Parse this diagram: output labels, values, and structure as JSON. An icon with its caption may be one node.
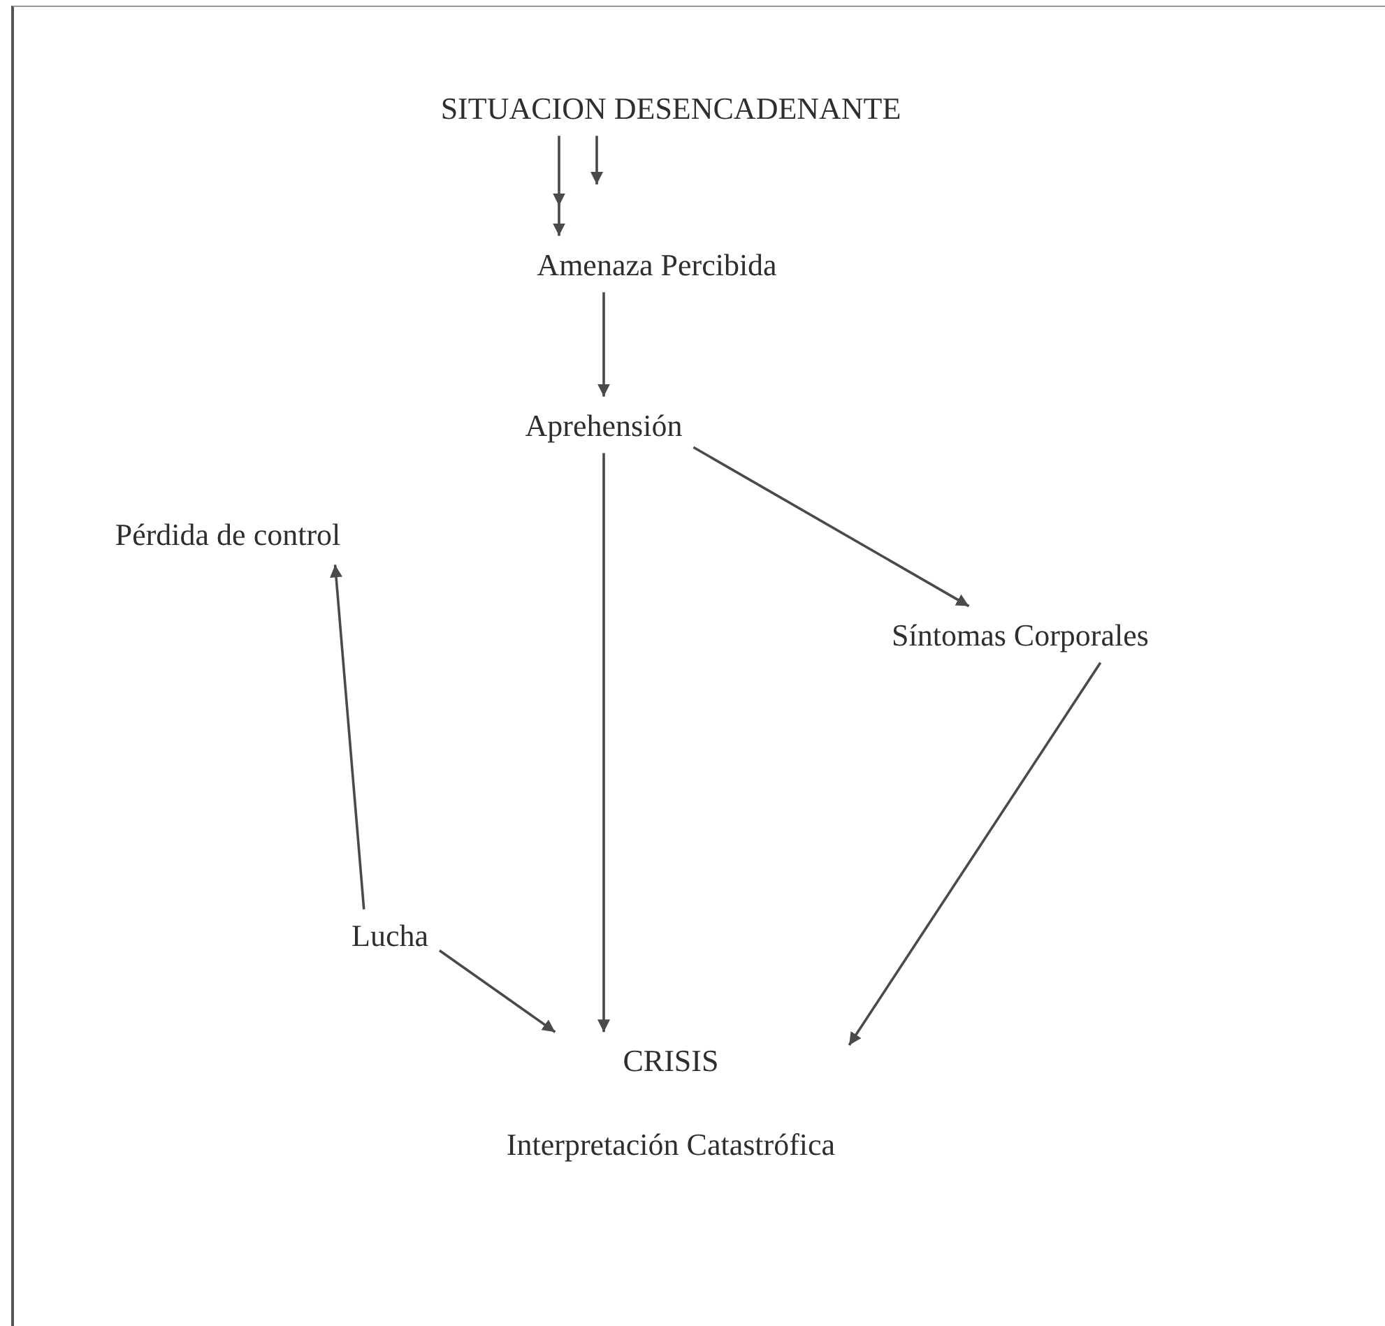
{
  "diagram": {
    "nodes": [
      {
        "text": [
          "SITUACION DESENCADENANTE"
        ]
      },
      {
        "text": [
          "Amenaza Percibida"
        ]
      },
      {
        "text": [
          "Aprehensión"
        ]
      },
      {
        "text": [
          "Pérdida de control"
        ]
      },
      {
        "text": [
          "Síntomas Corporales"
        ]
      },
      {
        "text": [
          "Lucha"
        ]
      },
      {
        "text": [
          "CRISIS",
          "Interpretación Catastrófica"
        ]
      }
    ],
    "edges": [
      {
        "from": 0,
        "to": 1,
        "arrow": "to"
      },
      {
        "from": 0,
        "to": null,
        "arrow": "to"
      },
      {
        "from": 1,
        "to": 2,
        "arrow": "to"
      },
      {
        "from": 2,
        "to": 4,
        "arrow": "to"
      },
      {
        "from": 2,
        "to": 6,
        "arrow": "to"
      },
      {
        "from": 4,
        "to": 6,
        "arrow": "to"
      },
      {
        "from": 5,
        "to": 3,
        "arrow": "to"
      },
      {
        "from": 5,
        "to": 6,
        "arrow": "to"
      }
    ]
  }
}
